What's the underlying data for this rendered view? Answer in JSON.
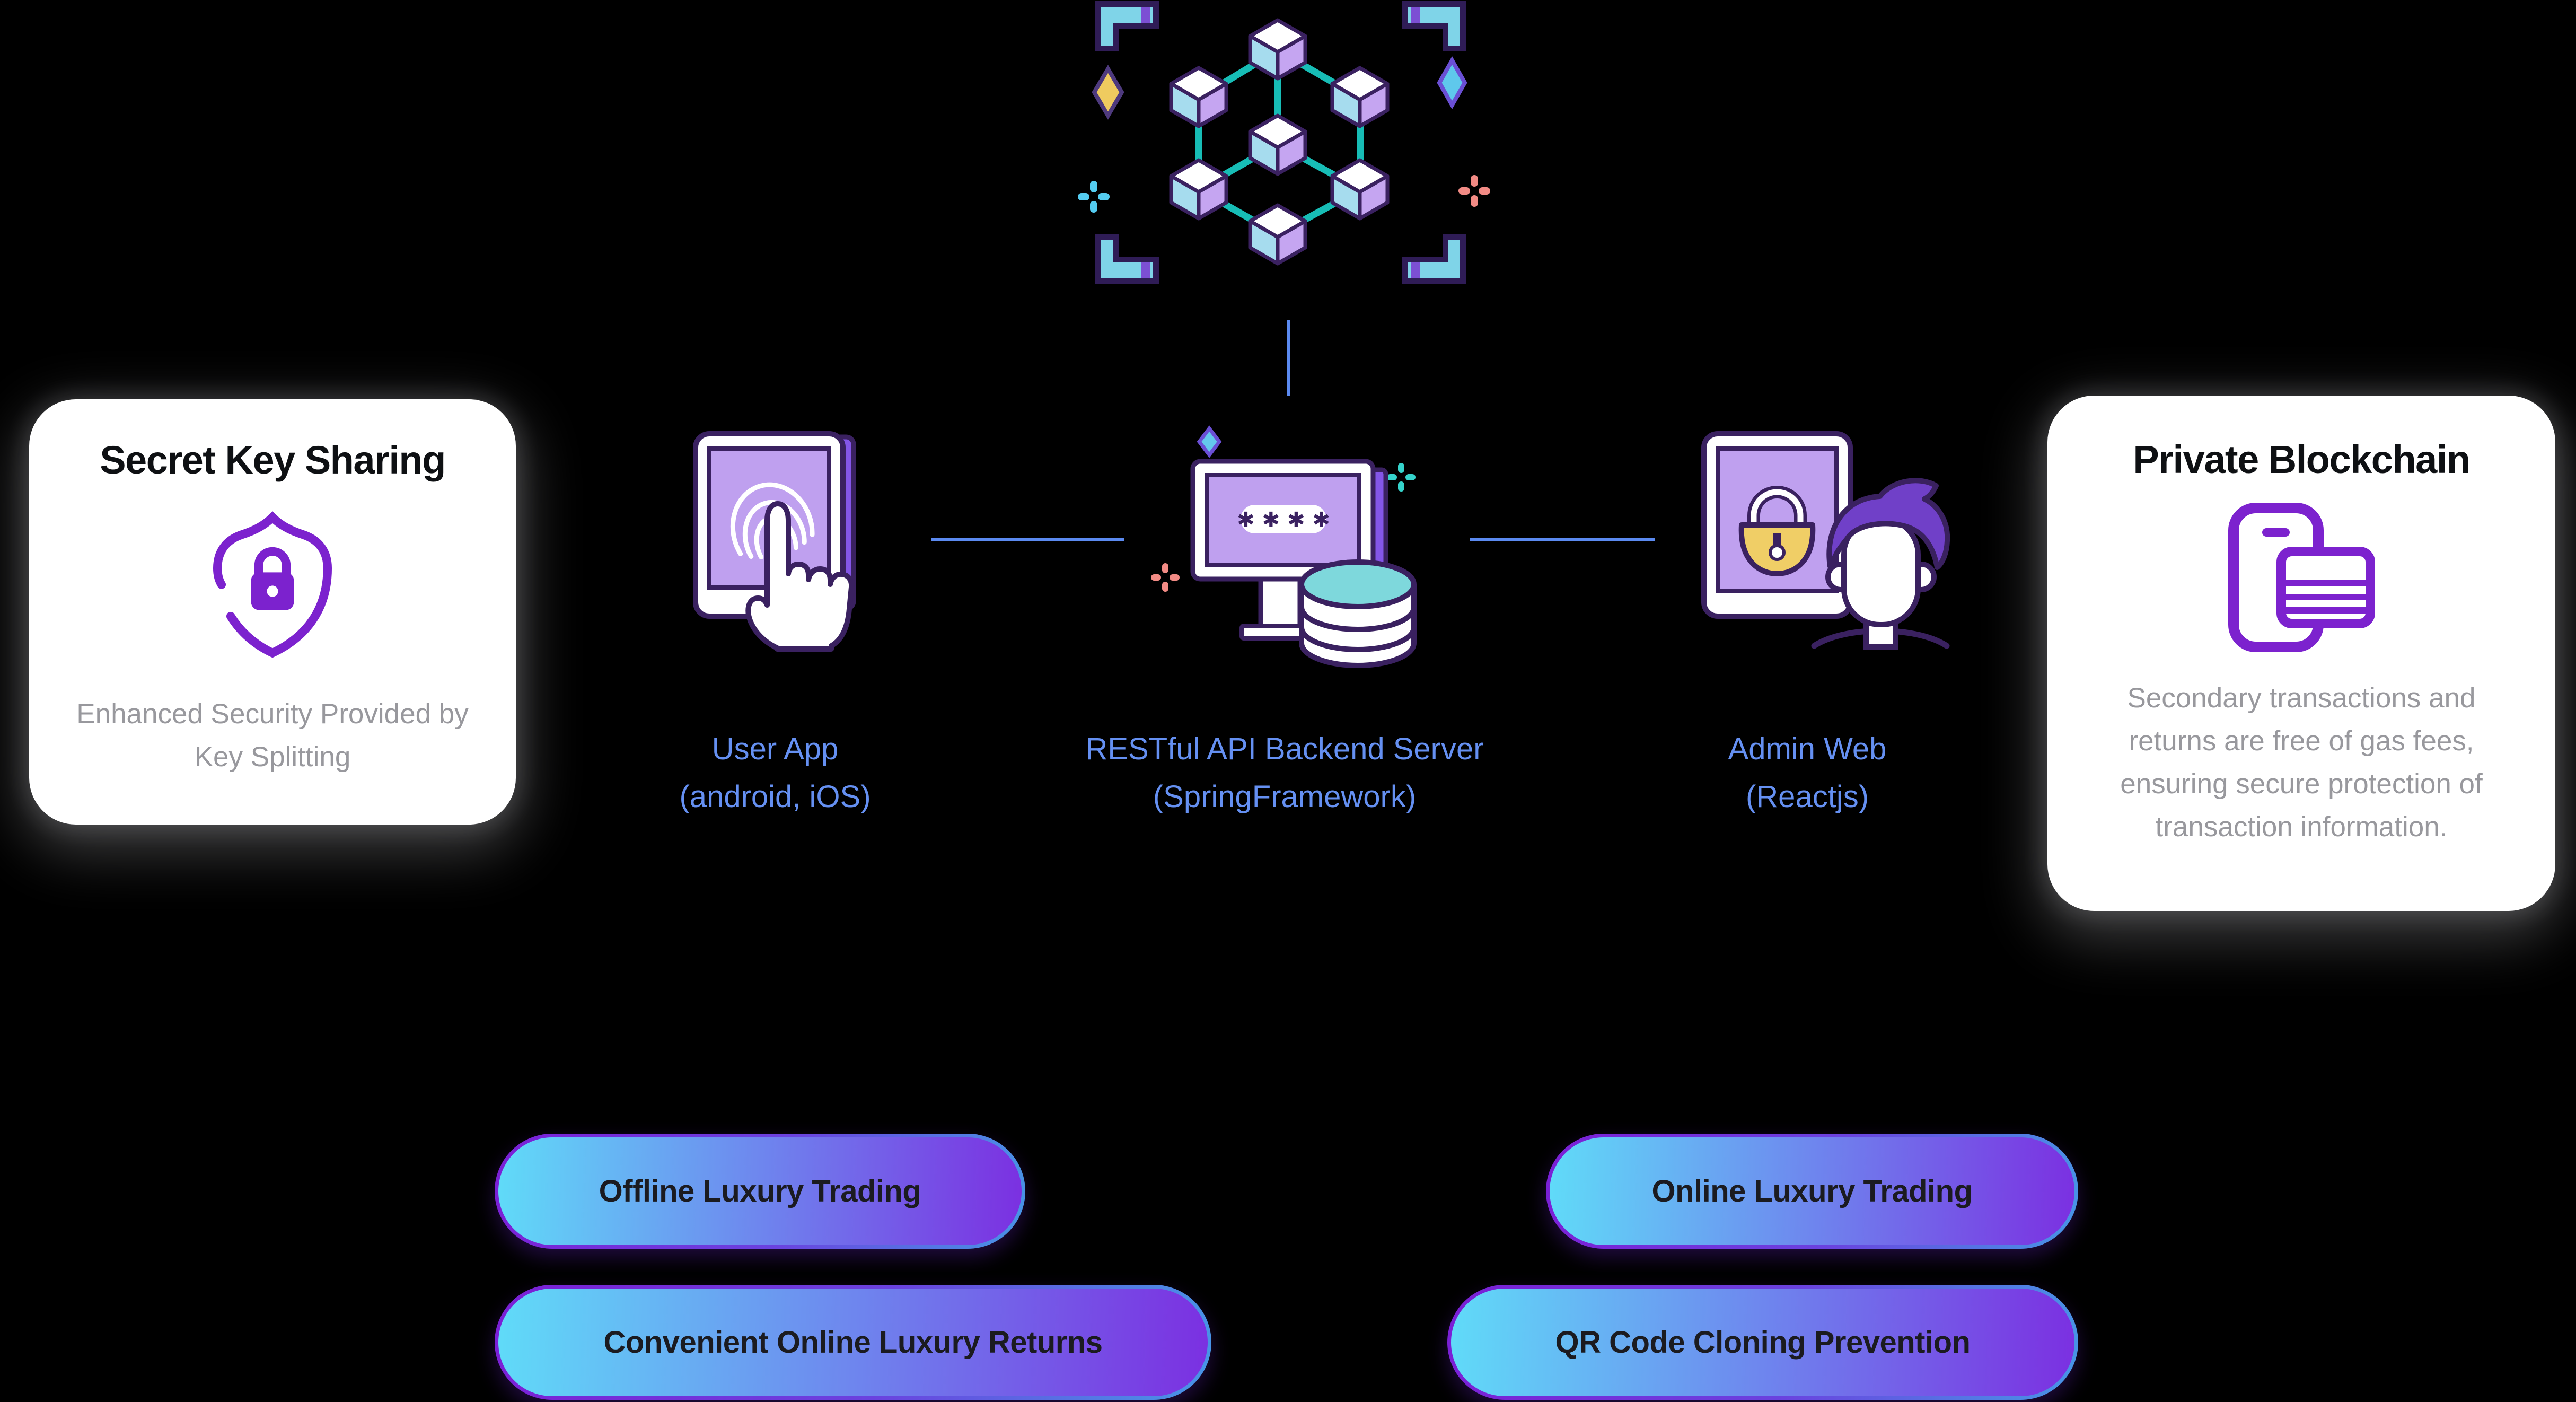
{
  "canvas": {
    "background": "#000000"
  },
  "decor": {
    "top_icon": "blockchain-network-icon"
  },
  "cards": {
    "left": {
      "title": "Secret Key Sharing",
      "icon": "shield-lock-icon",
      "desc_lines": [
        "Enhanced Security Provided by",
        "Key Splitting"
      ]
    },
    "right": {
      "title": "Private Blockchain",
      "icon": "phone-credit-card-icon",
      "desc_lines": [
        "Secondary transactions and",
        "returns are free of gas fees,",
        "ensuring secure protection of",
        "transaction information."
      ]
    }
  },
  "nodes": {
    "user_app": {
      "line1": "User App",
      "line2": "(android, iOS)",
      "icon": "fingerprint-touch-tablet-icon"
    },
    "server": {
      "line1": "RESTful API Backend Server",
      "line2": "(SpringFramework)",
      "icon": "monitor-password-database-icon",
      "password_mask": "✱ ✱ ✱ ✱"
    },
    "admin": {
      "line1": "Admin Web",
      "line2": "(Reactjs)",
      "icon": "admin-user-lock-tablet-icon"
    }
  },
  "pills": {
    "offline": "Offline Luxury Trading",
    "returns": "Convenient Online Luxury Returns",
    "online": "Online Luxury Trading",
    "qr": "QR Code Cloning Prevention"
  },
  "colors": {
    "background": "#000000",
    "label_blue": "#6590F2",
    "connector_blue": "#5B8AF0",
    "icon_purple": "#7C22CE",
    "outline_indigo": "#3A2160",
    "screen_purple": "#BFA0EF",
    "tablet_side_purple": "#8456E8",
    "teal_link": "#17BDB6",
    "db_top_teal": "#7ED8DC",
    "lock_yellow": "#F0CE66",
    "hair_purple": "#7040C8",
    "cube_left_face": "#A6DCEE",
    "cube_right_face": "#C5A5F1",
    "bracket_cyan": "#7FD4E8",
    "diamond_yellow": "#EFCB5F",
    "diamond_cyan": "#5FC8EC",
    "sparkle_cyan": "#54CCF0",
    "sparkle_salmon": "#F28B85",
    "card_bg": "#FFFFFF",
    "title_text": "#0E1013",
    "muted_text": "#98989D",
    "pill_text": "#1B1B20",
    "pill_gradient_from": "#60DBF8",
    "pill_gradient_to": "#7B30E1",
    "pill_border_from": "#7B1FD6",
    "pill_border_to": "#4796E6"
  }
}
